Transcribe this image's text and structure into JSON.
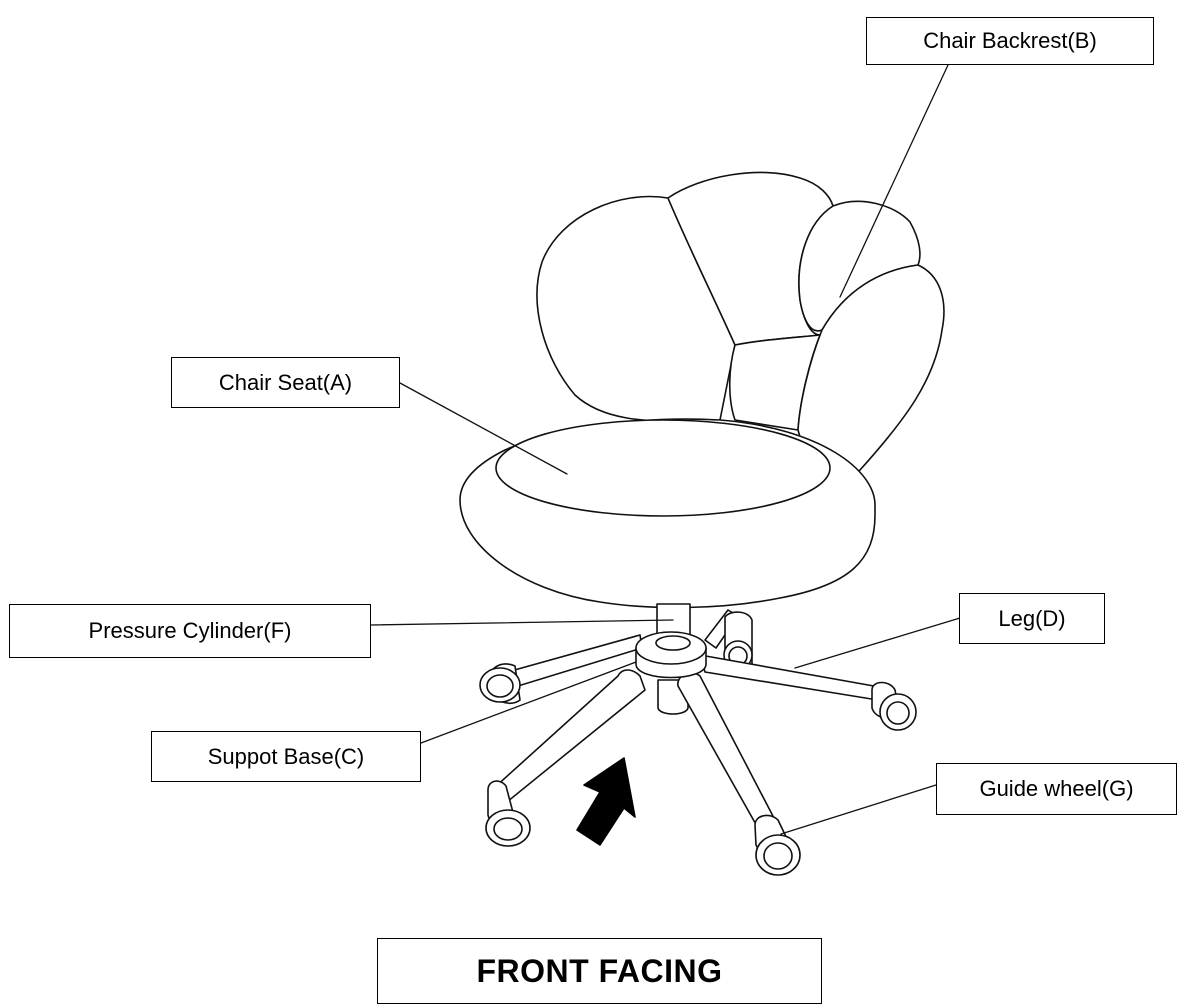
{
  "labels": {
    "backrest": "Chair Backrest(B)",
    "seat": "Chair Seat(A)",
    "cylinder": "Pressure Cylinder(F)",
    "leg": "Leg(D)",
    "base": "Suppot Base(C)",
    "wheel": "Guide wheel(G)",
    "front": "FRONT FACING"
  },
  "icons": {
    "direction_arrow": "front-direction-arrow-icon",
    "chair": "office-chair-illustration"
  }
}
